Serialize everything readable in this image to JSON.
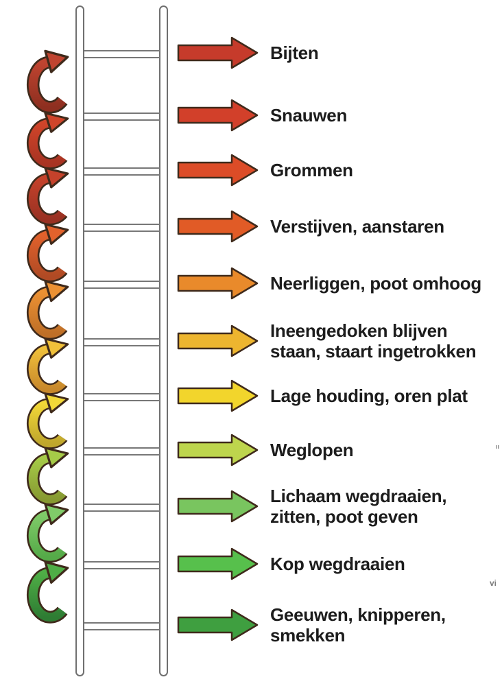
{
  "diagram": {
    "kind": "escalation-ladder",
    "background": "#ffffff",
    "text_color": "#1c1c1c"
  },
  "ladder": {
    "rail_fill": "#ffffff",
    "outline_color": "#6f6f6f",
    "rung_color": "#777777",
    "rung_count": 11
  },
  "rows": [
    {
      "label": "Bijten",
      "arrow_color": "#c63b2b"
    },
    {
      "label": "Snauwen",
      "arrow_color": "#d2402a"
    },
    {
      "label": "Grommen",
      "arrow_color": "#dc4c27"
    },
    {
      "label": "Verstijven, aanstaren",
      "arrow_color": "#e15b26"
    },
    {
      "label": "Neerliggen, poot omhoog",
      "arrow_color": "#e98a2b"
    },
    {
      "label": "Ineengedoken blijven\nstaan, staart ingetrokken",
      "arrow_color": "#edb52f"
    },
    {
      "label": "Lage houding, oren plat",
      "arrow_color": "#f2d52c"
    },
    {
      "label": "Weglopen",
      "arrow_color": "#bed54d"
    },
    {
      "label": "Lichaam wegdraaien,\nzitten, poot geven",
      "arrow_color": "#79c55f"
    },
    {
      "label": "Kop wegdraaien",
      "arrow_color": "#57c04c"
    },
    {
      "label": "Geeuwen, knipperen,\nsmekken",
      "arrow_color": "#3f9f40"
    }
  ],
  "spiral_arrows": [
    {
      "head_color": "#c04430",
      "tail_color": "#8e2f20"
    },
    {
      "head_color": "#d0452a",
      "tail_color": "#a83322"
    },
    {
      "head_color": "#c5422b",
      "tail_color": "#993122"
    },
    {
      "head_color": "#e2622c",
      "tail_color": "#b04a24"
    },
    {
      "head_color": "#ec9133",
      "tail_color": "#bf6f27"
    },
    {
      "head_color": "#f0c03a",
      "tail_color": "#c8882b"
    },
    {
      "head_color": "#f2d838",
      "tail_color": "#bfa62c"
    },
    {
      "head_color": "#a6cb48",
      "tail_color": "#879931"
    },
    {
      "head_color": "#80cb69",
      "tail_color": "#55aa48"
    },
    {
      "head_color": "#4fae46",
      "tail_color": "#2e7c33"
    }
  ],
  "outline_dark": "#3f2a1b",
  "edge_fragments": [
    {
      "text": "ıı"
    },
    {
      "text": "vi"
    }
  ]
}
